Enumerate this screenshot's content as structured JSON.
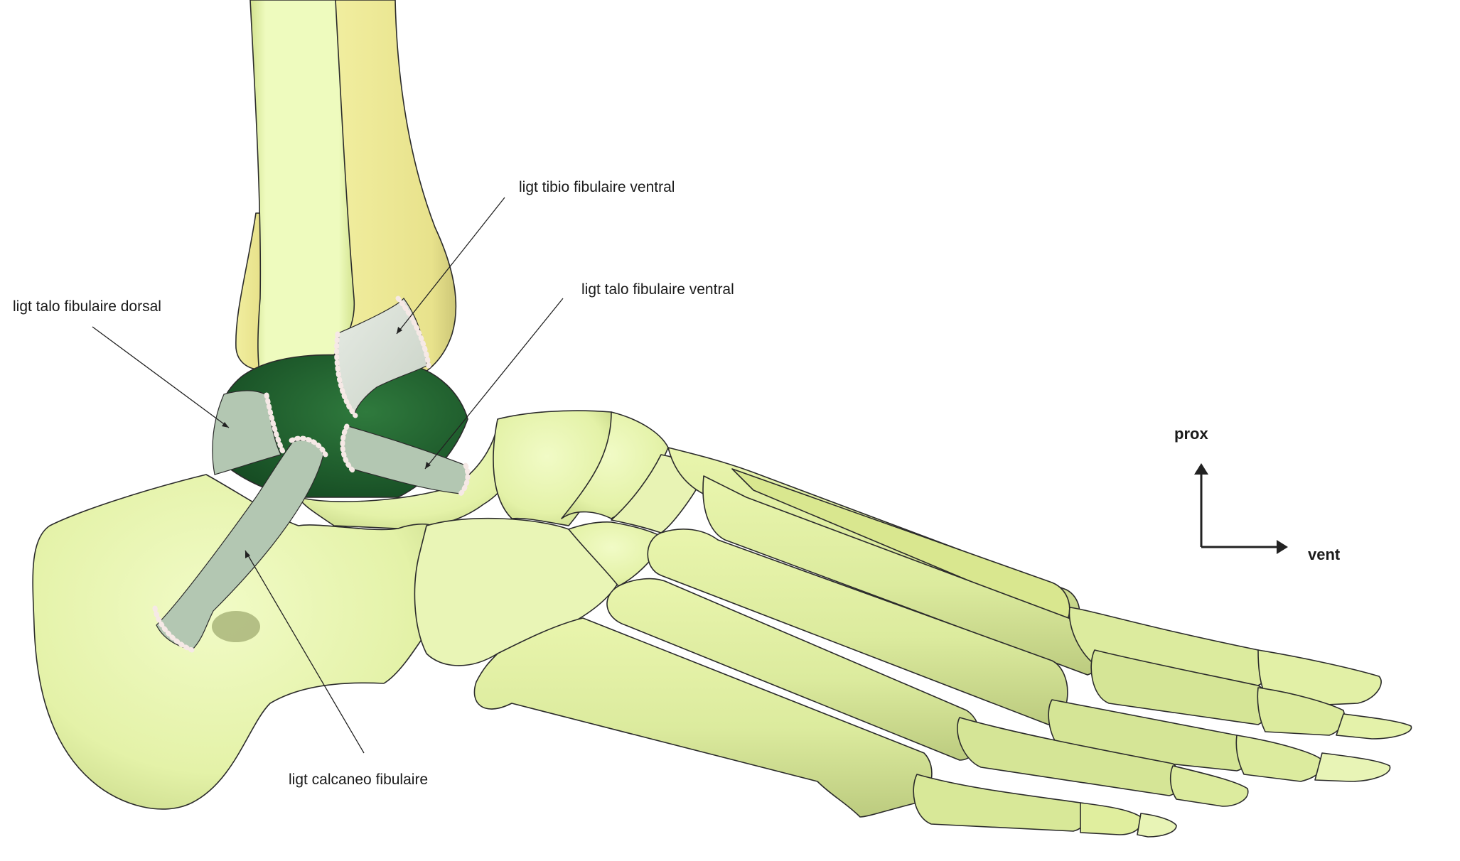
{
  "labels": {
    "tibio_fibulaire_ventral": "ligt tibio fibulaire ventral",
    "talo_fibulaire_ventral": "ligt talo fibulaire ventral",
    "talo_fibulaire_dorsal": "ligt talo fibulaire dorsal",
    "calcaneo_fibulaire": "ligt calcaneo fibulaire"
  },
  "orientation": {
    "up_label": "prox",
    "right_label": "vent"
  },
  "colors": {
    "bone_light": "#ecf9b4",
    "bone_mid": "#dfeea3",
    "fibula": "#ede996",
    "dark_green": "#1f5c2c",
    "ligament": "#b3c7b2"
  }
}
